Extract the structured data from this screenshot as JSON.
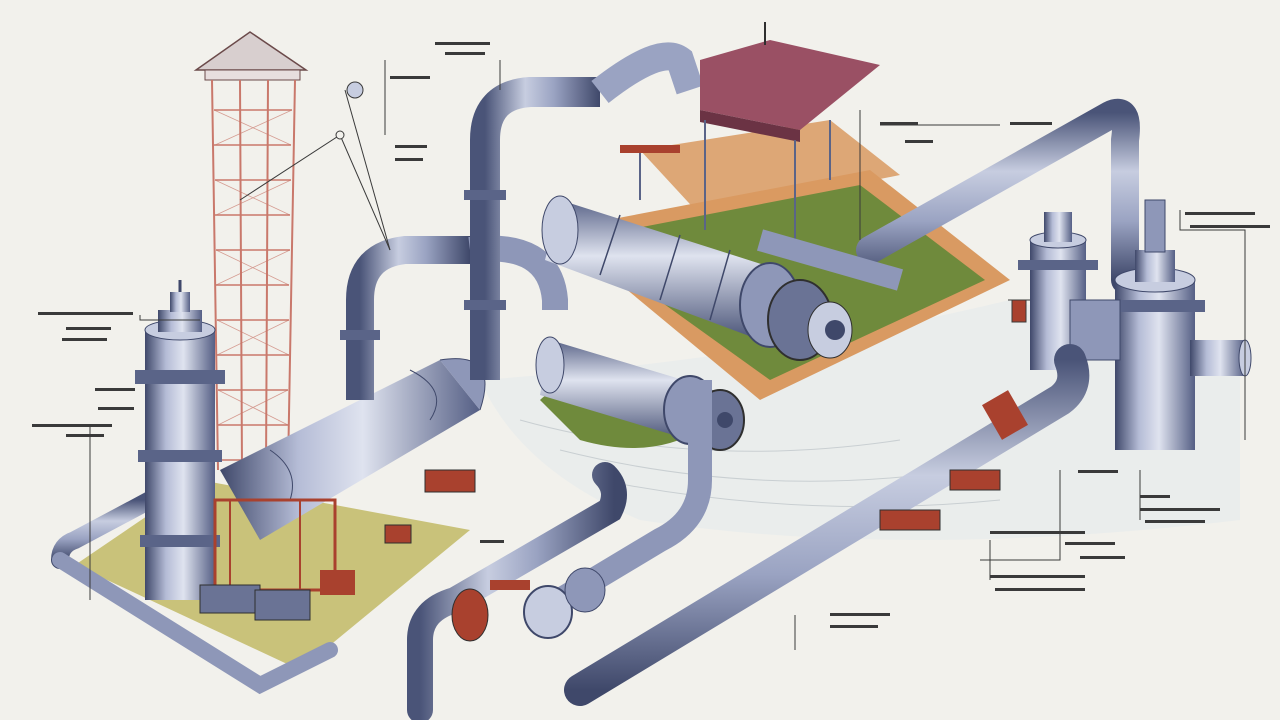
{
  "diagram": {
    "labels": [],
    "colors": {
      "background": "#f2f1ec",
      "pipe_light": "#c7cde0",
      "pipe_mid": "#8e97b8",
      "pipe_dark": "#4a5478",
      "steel_red": "#a9412e",
      "grass": "#6f8a3c",
      "platform": "#d99a62",
      "roof": "#9a5064",
      "tower": "#c9786b",
      "water": "#e9ecec",
      "ink": "#2f2f2f"
    },
    "components": [
      "lattice-tower",
      "pressure-vessel-left",
      "horizontal-tank",
      "main-turbine",
      "secondary-turbine",
      "roof-canopy",
      "pressure-vessel-right",
      "pipe-loop",
      "valve-assembly"
    ]
  }
}
